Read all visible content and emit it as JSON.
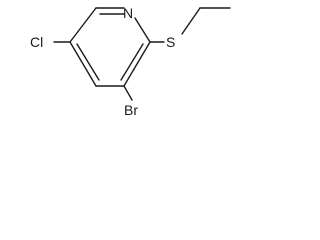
{
  "molecule": {
    "atoms": {
      "n": "N",
      "s": "S",
      "cl": "Cl",
      "br": "Br"
    },
    "colors": {
      "ink": "#1a1a1a",
      "background": "#ffffff"
    }
  }
}
